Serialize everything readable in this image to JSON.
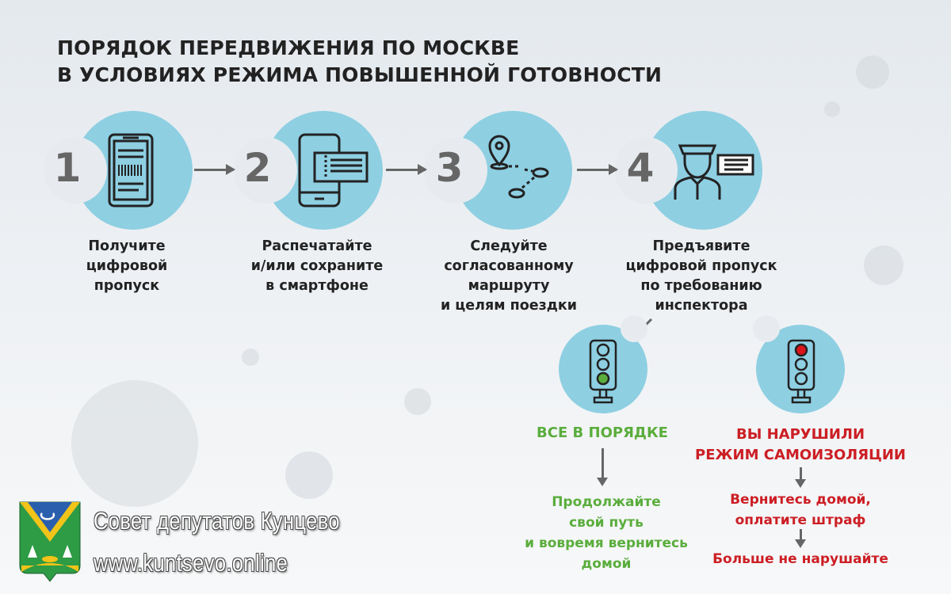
{
  "title": {
    "line1": "ПОРЯДОК ПЕРЕДВИЖЕНИЯ ПО МОСКВЕ",
    "line2": "В УСЛОВИЯХ РЕЖИМА ПОВЫШЕННОЙ ГОТОВНОСТИ"
  },
  "steps": [
    {
      "number": "1",
      "icon": "smartphone-pass-icon",
      "lines": [
        "Получите",
        "цифровой",
        "пропуск"
      ]
    },
    {
      "number": "2",
      "icon": "phone-ticket-icon",
      "lines": [
        "Распечатайте",
        "и/или сохраните",
        "в смартфоне"
      ]
    },
    {
      "number": "3",
      "icon": "route-pin-icon",
      "lines": [
        "Следуйте",
        "согласованному",
        "маршруту",
        "и целям поездки"
      ]
    },
    {
      "number": "4",
      "icon": "inspector-icon",
      "lines": [
        "Предъявите",
        "цифровой пропуск",
        "по требованию",
        "инспектора"
      ]
    }
  ],
  "outcomes": {
    "ok": {
      "heading": "ВСЕ В ПОРЯДКЕ",
      "lines": [
        "Продолжайте",
        "свой путь",
        "и вовремя вернитесь",
        "домой"
      ],
      "color": "#5aad3c"
    },
    "violation": {
      "heading": [
        "ВЫ НАРУШИЛИ",
        "РЕЖИМ САМОИЗОЛЯЦИИ"
      ],
      "lines": [
        "Вернитесь домой,",
        "оплатите штраф"
      ],
      "final": "Больше не нарушайте",
      "color": "#cc1e24"
    }
  },
  "brand": {
    "name": "Совет депутатов Кунцево",
    "url": "www.kuntsevo.online"
  },
  "colors": {
    "circle": "#8ecfe2",
    "text": "#222222",
    "arrow": "#666666"
  }
}
